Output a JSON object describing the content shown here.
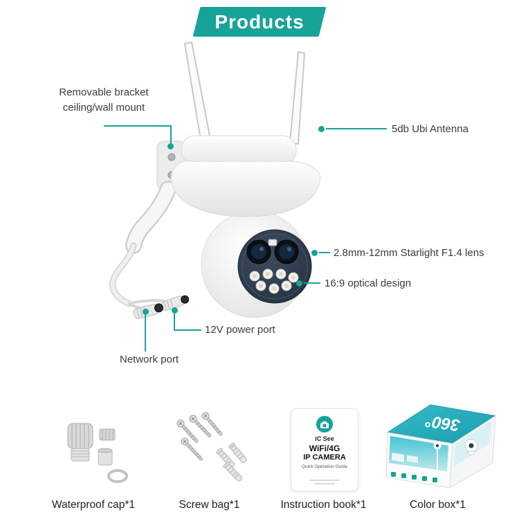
{
  "colors": {
    "accent": "#17a398",
    "box_teal": "#2cb3c0",
    "face_navy": "#2c3847"
  },
  "banner": {
    "title": "Products"
  },
  "callouts": {
    "bracket": {
      "line1": "Removable bracket",
      "line2": "ceiling/wall mount"
    },
    "antenna": {
      "label": "5db Ubi Antenna"
    },
    "lens": {
      "label": "2.8mm-12mm Starlight F1.4 lens"
    },
    "optical": {
      "label": "16:9 optical design"
    },
    "power": {
      "label": "12V power port"
    },
    "network": {
      "label": "Network port"
    }
  },
  "instruction_book": {
    "brand": "iC See",
    "product_line1": "WiFi/4G",
    "product_line2": "IP CAMERA",
    "subtitle": "Quick Operation Guide"
  },
  "color_box": {
    "top_label": "360°"
  },
  "accessories": [
    {
      "label": "Waterproof cap*1"
    },
    {
      "label": "Screw bag*1"
    },
    {
      "label": "Instruction book*1"
    },
    {
      "label": "Color box*1"
    }
  ]
}
